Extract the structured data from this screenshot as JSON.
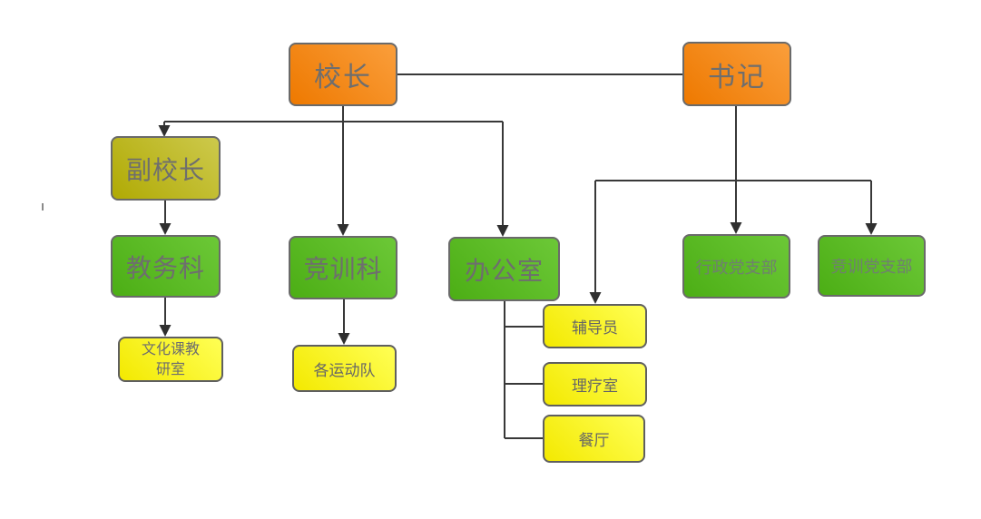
{
  "diagram_type": "organization-chart",
  "nodes": {
    "principal": {
      "label": "校长"
    },
    "secretary": {
      "label": "书记"
    },
    "vice_principal": {
      "label": "副校长"
    },
    "academic_affairs": {
      "label": "教务科"
    },
    "competition_training": {
      "label": "竞训科"
    },
    "office": {
      "label": "办公室"
    },
    "admin_party_branch": {
      "label": "行政党支部"
    },
    "competition_party_branch": {
      "label": "竞训党支部"
    },
    "culture_course_office": {
      "label": "文化课教研室"
    },
    "sports_teams": {
      "label": "各运动队"
    },
    "counselor": {
      "label": "辅导员"
    },
    "physiotherapy_room": {
      "label": "理疗室"
    },
    "dining_hall": {
      "label": "餐厅"
    }
  },
  "edges": [
    {
      "from": "校长",
      "to": "书记",
      "style": "plain-line"
    },
    {
      "from": "校长",
      "to": "副校长",
      "style": "arrow"
    },
    {
      "from": "校长",
      "to": "竞训科",
      "style": "arrow"
    },
    {
      "from": "校长",
      "to": "办公室",
      "style": "arrow"
    },
    {
      "from": "副校长",
      "to": "教务科",
      "style": "arrow"
    },
    {
      "from": "教务科",
      "to": "文化课教研室",
      "style": "arrow"
    },
    {
      "from": "竞训科",
      "to": "各运动队",
      "style": "arrow"
    },
    {
      "from": "书记",
      "to": "行政党支部",
      "style": "arrow"
    },
    {
      "from": "书记",
      "to": "竞训党支部",
      "style": "arrow"
    },
    {
      "from": "书记",
      "to": "辅导员",
      "style": "arrow"
    },
    {
      "from": "办公室",
      "to": "辅导员",
      "style": "elbow-line"
    },
    {
      "from": "办公室",
      "to": "理疗室",
      "style": "elbow-line"
    },
    {
      "from": "办公室",
      "to": "餐厅",
      "style": "elbow-line"
    }
  ],
  "colors": {
    "orange": "#f5821f",
    "olive": "#beb81f",
    "green": "#5abb26",
    "yellow": "#fdf42a",
    "box_border": "#6a6a6a",
    "connector_line": "#383838",
    "arrowhead": "#2f2f2f",
    "box_text": "#6e6e6e",
    "background": "#ffffff"
  }
}
